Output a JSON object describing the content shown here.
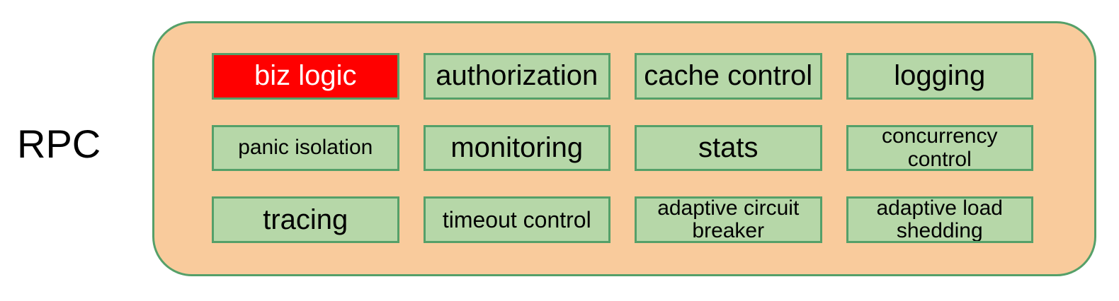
{
  "diagram": {
    "label": "RPC",
    "cells": [
      {
        "label": "biz logic",
        "highlight": true
      },
      {
        "label": "authorization"
      },
      {
        "label": "cache control"
      },
      {
        "label": "logging"
      },
      {
        "label": "panic isolation"
      },
      {
        "label": "monitoring"
      },
      {
        "label": "stats"
      },
      {
        "label": "concurrency control"
      },
      {
        "label": "tracing"
      },
      {
        "label": "timeout control"
      },
      {
        "label": "adaptive circuit breaker"
      },
      {
        "label": "adaptive load shedding"
      }
    ],
    "colors": {
      "container_fill": "#F9CB9C",
      "border_green": "#55A069",
      "box_fill": "#B6D7A8",
      "highlight_fill": "#FF0000",
      "highlight_text": "#FFFFFF",
      "text": "#000000",
      "background": "#FFFFFF"
    }
  }
}
